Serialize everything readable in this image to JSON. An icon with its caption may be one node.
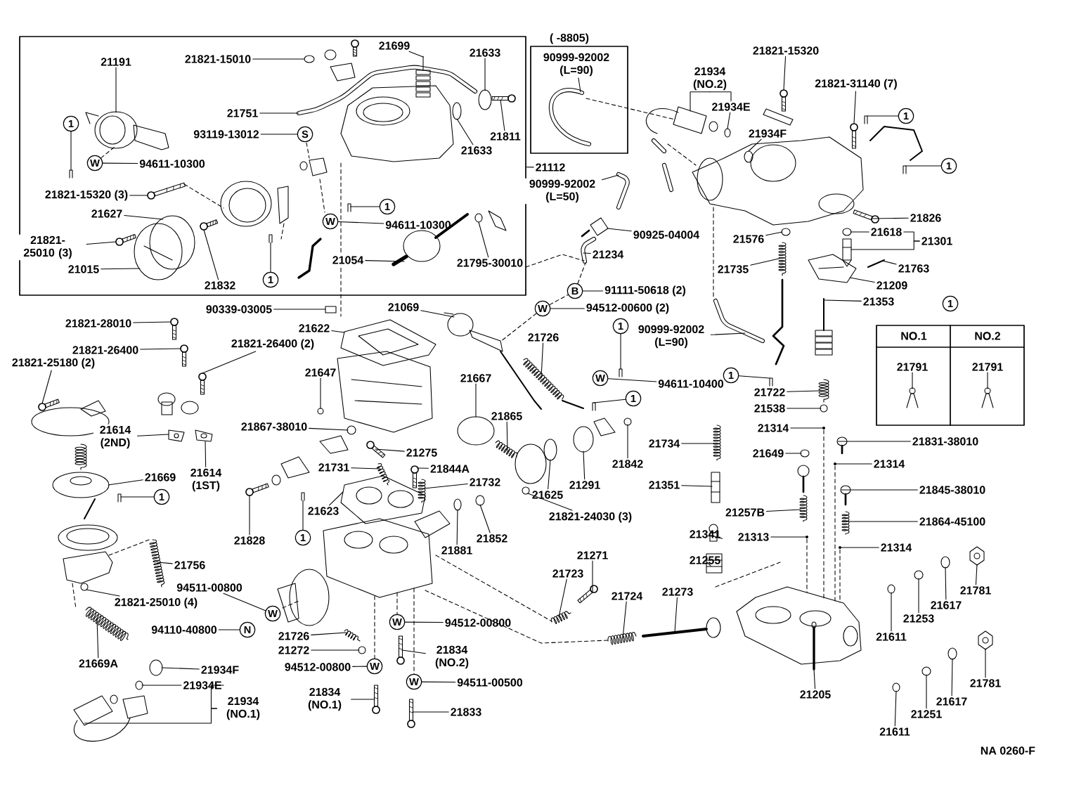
{
  "diagram": {
    "nodes": [
      {
        "text": [],
        "shape": "box"
      },
      {
        "text": [
          "21191"
        ],
        "in": 0
      },
      {
        "text": [
          "1"
        ],
        "in": 0
      },
      {
        "text": [
          "W"
        ],
        "in": 0
      },
      {
        "text": [
          "94611-10300"
        ],
        "in": 0
      },
      {
        "text": [
          "21821-15320 (3)"
        ],
        "in": 0
      },
      {
        "text": [
          "21627"
        ],
        "in": 0
      },
      {
        "text": [
          "21821-25010 (3)"
        ],
        "in": 0
      },
      {
        "text": [
          "21015"
        ],
        "in": 0
      },
      {
        "text": [
          "21832"
        ],
        "in": 0
      },
      {
        "text": [
          "1"
        ],
        "in": 0
      },
      {
        "text": [
          "21821-15010"
        ],
        "in": 0
      },
      {
        "text": [
          "21751"
        ],
        "in": 0
      },
      {
        "text": [
          "93119-13012"
        ],
        "in": 0
      },
      {
        "text": [
          "S"
        ],
        "in": 0
      },
      {
        "text": [
          "21699"
        ],
        "in": 0
      },
      {
        "text": [
          "21633"
        ],
        "in": 0
      },
      {
        "text": [
          "21811"
        ],
        "in": 0
      },
      {
        "text": [
          "21633"
        ],
        "in": 0
      },
      {
        "text": [
          "1"
        ],
        "in": 0
      },
      {
        "text": [
          "W"
        ],
        "in": 0
      },
      {
        "text": [
          "94611-10300"
        ],
        "in": 0
      },
      {
        "text": [
          "21054"
        ],
        "in": 0
      },
      {
        "text": [
          "21795-30010"
        ],
        "in": 0
      },
      {
        "text": [
          "( -8805)"
        ]
      },
      {
        "text": [
          "90999-92002 (L=90)"
        ],
        "in": 24
      },
      {
        "text": [
          "21112"
        ]
      },
      {
        "text": [
          "90999-92002 (L=50)"
        ]
      },
      {
        "text": [
          "90925-04004"
        ]
      },
      {
        "text": [
          "21234"
        ]
      },
      {
        "text": [
          "B"
        ]
      },
      {
        "text": [
          "91111-50618 (2)"
        ]
      },
      {
        "text": [
          "W"
        ]
      },
      {
        "text": [
          "94512-00600 (2)"
        ]
      },
      {
        "text": [
          "21934 (NO.2)"
        ]
      },
      {
        "text": [
          "21934E"
        ]
      },
      {
        "text": [
          "21934F"
        ]
      },
      {
        "text": [
          "21821-15320"
        ]
      },
      {
        "text": [
          "21821-31140 (7)"
        ]
      },
      {
        "text": [
          "1"
        ]
      },
      {
        "text": [
          "1"
        ]
      },
      {
        "text": [
          "21826"
        ]
      },
      {
        "text": [
          "21576"
        ]
      },
      {
        "text": [
          "21618"
        ]
      },
      {
        "text": [
          "21301"
        ]
      },
      {
        "text": [
          "21735"
        ]
      },
      {
        "text": [
          "21763"
        ]
      },
      {
        "text": [
          "21209"
        ]
      },
      {
        "text": [
          "21353"
        ]
      },
      {
        "text": [
          "21069"
        ]
      },
      {
        "text": [
          "90339-03005"
        ]
      },
      {
        "text": [
          "21622"
        ]
      },
      {
        "text": [
          "21726"
        ]
      },
      {
        "text": [
          "90999-92002 (L=90)"
        ]
      },
      {
        "text": [
          "1"
        ]
      },
      {
        "text": [
          "W"
        ]
      },
      {
        "text": [
          "94611-10400"
        ]
      },
      {
        "text": [
          "1"
        ]
      },
      {
        "text": [
          "1"
        ]
      },
      {
        "text": [
          "21821-28010"
        ]
      },
      {
        "text": [
          "21821-26400"
        ]
      },
      {
        "text": [
          "21821-26400 (2)"
        ]
      },
      {
        "text": [
          "21821-25180 (2)"
        ]
      },
      {
        "text": [
          "21647"
        ]
      },
      {
        "text": [
          "21667"
        ]
      },
      {
        "text": [
          "21865"
        ]
      },
      {
        "text": [
          "21614 (2ND)"
        ]
      },
      {
        "text": [
          "21614 (1ST)"
        ]
      },
      {
        "text": [
          "21867-38010"
        ]
      },
      {
        "text": [
          "21275"
        ]
      },
      {
        "text": [
          "21669"
        ]
      },
      {
        "text": [
          "1"
        ]
      },
      {
        "text": [
          "21731"
        ]
      },
      {
        "text": [
          "21844A"
        ]
      },
      {
        "text": [
          "21732"
        ]
      },
      {
        "text": [
          "21734"
        ]
      },
      {
        "text": [
          "21291"
        ]
      },
      {
        "text": [
          "21842"
        ]
      },
      {
        "text": [
          "21625"
        ]
      },
      {
        "text": [
          "21649"
        ]
      },
      {
        "text": [
          "21351"
        ]
      },
      {
        "text": [
          "21828"
        ]
      },
      {
        "text": [
          "21623"
        ]
      },
      {
        "text": [
          "1"
        ]
      },
      {
        "text": [
          "21881"
        ]
      },
      {
        "text": [
          "21852"
        ]
      },
      {
        "text": [
          "21821-24030 (3)"
        ]
      },
      {
        "text": [
          "21257B"
        ]
      },
      {
        "text": [
          "21341"
        ]
      },
      {
        "text": [
          "21255"
        ]
      },
      {
        "text": [
          "21756"
        ]
      },
      {
        "text": [
          "21723"
        ]
      },
      {
        "text": [
          "21271"
        ]
      },
      {
        "text": [
          "21724"
        ]
      },
      {
        "text": [
          "21273"
        ]
      },
      {
        "text": [
          "94511-00800"
        ]
      },
      {
        "text": [
          "W"
        ]
      },
      {
        "text": [
          "N"
        ]
      },
      {
        "text": [
          "94110-40800"
        ]
      },
      {
        "text": [
          "21821-25010 (4)"
        ]
      },
      {
        "text": [
          "21669A"
        ]
      },
      {
        "text": [
          "21726"
        ]
      },
      {
        "text": [
          "21272"
        ]
      },
      {
        "text": [
          "94512-00800"
        ]
      },
      {
        "text": [
          "W"
        ]
      },
      {
        "text": [
          "W"
        ]
      },
      {
        "text": [
          "94512-00800"
        ]
      },
      {
        "text": [
          "21834 (NO.2)"
        ]
      },
      {
        "text": [
          "W"
        ]
      },
      {
        "text": [
          "94511-00500"
        ]
      },
      {
        "text": [
          "21834 (NO.1)"
        ]
      },
      {
        "text": [
          "21833"
        ]
      },
      {
        "text": [
          "21934F"
        ]
      },
      {
        "text": [
          "21934E"
        ]
      },
      {
        "text": [
          "21934 (NO.1)"
        ]
      },
      {
        "text": [
          "21722"
        ]
      },
      {
        "text": [
          "21538"
        ]
      },
      {
        "text": [
          "21314"
        ]
      },
      {
        "text": [
          "21831-38010"
        ]
      },
      {
        "text": [
          "21314"
        ]
      },
      {
        "text": [
          "21845-38010"
        ]
      },
      {
        "text": [
          "21864-45100"
        ]
      },
      {
        "text": [
          "21313"
        ]
      },
      {
        "text": [
          "21314"
        ]
      },
      {
        "text": [
          "21205"
        ]
      },
      {
        "text": [
          "21253"
        ]
      },
      {
        "text": [
          "21611"
        ]
      },
      {
        "text": [
          "21617"
        ]
      },
      {
        "text": [
          "21781"
        ]
      },
      {
        "text": [
          "21251"
        ]
      },
      {
        "text": [
          "21611"
        ]
      },
      {
        "text": [
          "21617"
        ]
      },
      {
        "text": [
          "21781"
        ]
      },
      {
        "text": [
          "1"
        ]
      },
      {
        "text": [
          "NO.1"
        ],
        "in": 133
      },
      {
        "text": [
          "NO.2"
        ],
        "in": 133
      },
      {
        "text": [
          "21791"
        ],
        "in": 133
      },
      {
        "text": [
          "21791"
        ],
        "in": 133
      },
      {
        "text": [],
        "shape": "picture",
        "in": 0
      },
      {
        "text": [],
        "shape": "picture",
        "in": 0
      },
      {
        "text": [],
        "shape": "picture",
        "in": 0
      },
      {
        "text": [],
        "shape": "circle",
        "in": 0
      },
      {
        "text": [],
        "shape": "picture",
        "in": 0
      },
      {
        "text": [],
        "shape": "picture",
        "in": 0
      },
      {
        "text": [],
        "shape": "picture",
        "in": 0
      },
      {
        "text": [],
        "shape": "picture",
        "in": 0
      },
      {
        "text": [],
        "shape": "circle",
        "in": 0
      },
      {
        "text": [],
        "shape": "picture",
        "in": 0
      },
      {
        "text": [],
        "shape": "picture",
        "in": 0
      },
      {
        "text": [],
        "shape": "circle",
        "in": 0
      },
      {
        "text": [],
        "shape": "picture",
        "in": 0
      },
      {
        "text": [],
        "shape": "circle",
        "in": 0
      },
      {
        "text": [],
        "shape": "picture",
        "in": 0
      },
      {
        "text": [],
        "shape": "picture",
        "in": 0
      },
      {
        "text": [],
        "shape": "circle",
        "in": 0
      },
      {
        "text": [],
        "shape": "picture",
        "in": 24
      },
      {
        "text": [],
        "shape": "picture"
      },
      {
        "text": [],
        "shape": "picture"
      },
      {
        "text": [],
        "shape": "picture"
      },
      {
        "text": [],
        "shape": "picture"
      },
      {
        "text": [],
        "shape": "circle"
      },
      {
        "text": [],
        "shape": "circle"
      },
      {
        "text": [],
        "shape": "picture"
      },
      {
        "text": [],
        "shape": "picture"
      },
      {
        "text": [],
        "shape": "picture"
      },
      {
        "text": [],
        "shape": "picture"
      },
      {
        "text": [],
        "shape": "picture"
      },
      {
        "text": [],
        "shape": "circle"
      },
      {
        "text": [],
        "shape": "circle"
      },
      {
        "text": [],
        "shape": "picture"
      },
      {
        "text": [],
        "shape": "picture"
      },
      {
        "text": [],
        "shape": "picture"
      },
      {
        "text": [],
        "shape": "picture"
      },
      {
        "text": [],
        "shape": "picture"
      },
      {
        "text": [],
        "shape": "picture"
      },
      {
        "text": [],
        "shape": "bar"
      },
      {
        "text": [],
        "shape": "picture"
      },
      {
        "text": [],
        "shape": "picture"
      },
      {
        "text": [],
        "shape": "picture"
      },
      {
        "text": [],
        "shape": "picture"
      },
      {
        "text": [],
        "shape": "picture"
      },
      {
        "text": [],
        "shape": "picture"
      },
      {
        "text": [],
        "shape": "picture"
      },
      {
        "text": [],
        "shape": "picture"
      },
      {
        "text": [],
        "shape": "picture"
      },
      {
        "text": [],
        "shape": "picture"
      },
      {
        "text": [],
        "shape": "circle"
      },
      {
        "text": [],
        "shape": "circle"
      },
      {
        "text": [],
        "shape": "picture"
      },
      {
        "text": [],
        "shape": "picture"
      },
      {
        "text": [],
        "shape": "picture"
      },
      {
        "text": [],
        "shape": "circle"
      },
      {
        "text": [],
        "shape": "picture"
      },
      {
        "text": [],
        "shape": "picture"
      },
      {
        "text": [],
        "shape": "picture"
      },
      {
        "text": [],
        "shape": "picture"
      },
      {
        "text": [],
        "shape": "picture"
      },
      {
        "text": [],
        "shape": "picture"
      },
      {
        "text": [],
        "shape": "picture"
      },
      {
        "text": [],
        "shape": "circle"
      },
      {
        "text": [],
        "shape": "circle"
      },
      {
        "text": [],
        "shape": "circle"
      },
      {
        "text": [],
        "shape": "circle"
      },
      {
        "text": [],
        "shape": "picture"
      },
      {
        "text": [],
        "shape": "picture"
      },
      {
        "text": [],
        "shape": "picture"
      },
      {
        "text": [],
        "shape": "picture"
      },
      {
        "text": [],
        "shape": "circle"
      },
      {
        "text": [],
        "shape": "circle"
      },
      {
        "text": [],
        "shape": "circle"
      },
      {
        "text": [],
        "shape": "picture"
      },
      {
        "text": [],
        "shape": "picture"
      },
      {
        "text": [],
        "shape": "picture"
      },
      {
        "text": [],
        "shape": "picture"
      },
      {
        "text": [],
        "shape": "picture"
      },
      {
        "text": [],
        "shape": "picture"
      },
      {
        "text": [],
        "shape": "picture"
      },
      {
        "text": [],
        "shape": "picture"
      },
      {
        "text": [],
        "shape": "circle"
      },
      {
        "text": [],
        "shape": "picture"
      },
      {
        "text": [],
        "shape": "picture"
      },
      {
        "text": [],
        "shape": "circle"
      },
      {
        "text": [],
        "shape": "picture"
      },
      {
        "text": [],
        "shape": "picture"
      },
      {
        "text": [],
        "shape": "picture"
      },
      {
        "text": [],
        "shape": "circle"
      },
      {
        "text": [],
        "shape": "circle"
      },
      {
        "text": [],
        "shape": "picture"
      },
      {
        "text": [],
        "shape": "picture"
      },
      {
        "text": [],
        "shape": "circle"
      },
      {
        "text": [],
        "shape": "circle"
      },
      {
        "text": [],
        "shape": "picture"
      },
      {
        "text": [],
        "shape": "circle"
      },
      {
        "text": [],
        "shape": "picture"
      },
      {
        "text": [],
        "shape": "picture"
      },
      {
        "text": [],
        "shape": "circle"
      },
      {
        "text": [],
        "shape": "circle"
      },
      {
        "text": [],
        "shape": "picture"
      },
      {
        "text": [],
        "shape": "circle"
      },
      {
        "text": [],
        "shape": "circle"
      },
      {
        "text": [],
        "shape": "circle"
      },
      {
        "text": [],
        "shape": "picture"
      },
      {
        "text": [],
        "shape": "circle"
      },
      {
        "text": [],
        "shape": "circle"
      },
      {
        "text": [],
        "shape": "circle"
      },
      {
        "text": [],
        "shape": "picture"
      },
      {
        "text": [],
        "shape": "picture",
        "in": 133
      },
      {
        "text": [],
        "shape": "picture",
        "in": 133
      },
      {
        "text": [],
        "shape": "picture"
      },
      {
        "text": [],
        "shape": "picture"
      }
    ],
    "edges": [
      {
        "from": 1,
        "to": 138,
        "arrow": "none"
      },
      {
        "from": 2,
        "to": 139,
        "arrow": "none"
      },
      {
        "from": 4,
        "to": 3,
        "arrow": "none"
      },
      {
        "from": 5,
        "to": 140,
        "arrow": "none"
      },
      {
        "from": 6,
        "to": 141,
        "arrow": "none"
      },
      {
        "from": 7,
        "to": 142,
        "arrow": "none"
      },
      {
        "from": 8,
        "to": 143,
        "arrow": "none"
      },
      {
        "from": 9,
        "to": 144,
        "arrow": "none"
      },
      {
        "from": 10,
        "to": 145,
        "arrow": "none"
      },
      {
        "from": 11,
        "to": 146,
        "arrow": "none"
      },
      {
        "from": 12,
        "to": 147,
        "arrow": "none"
      },
      {
        "from": 13,
        "to": 14,
        "arrow": "none"
      },
      {
        "from": 15,
        "to": 148,
        "arrow": "none"
      },
      {
        "from": 16,
        "to": 149,
        "arrow": "none"
      },
      {
        "from": 17,
        "to": 150,
        "arrow": "none"
      },
      {
        "from": 18,
        "to": 151,
        "arrow": "none"
      },
      {
        "from": 19,
        "to": 152,
        "arrow": "none"
      },
      {
        "from": 21,
        "to": 20,
        "arrow": "none"
      },
      {
        "from": 22,
        "to": 153,
        "arrow": "none"
      },
      {
        "from": 23,
        "to": 154,
        "arrow": "none"
      },
      {
        "from": 25,
        "to": 155,
        "arrow": "none"
      },
      {
        "from": 26,
        "to": 0,
        "arrow": "none"
      },
      {
        "from": 27,
        "to": 156,
        "arrow": "none"
      },
      {
        "from": 28,
        "to": 157,
        "arrow": "none"
      },
      {
        "from": 29,
        "to": 158,
        "arrow": "none"
      },
      {
        "from": 31,
        "to": 30,
        "arrow": "none"
      },
      {
        "from": 33,
        "to": 32,
        "arrow": "none"
      },
      {
        "from": 34,
        "to": 159,
        "arrow": "none"
      },
      {
        "from": 34,
        "to": 35,
        "arrow": "none"
      },
      {
        "from": 35,
        "to": 160,
        "arrow": "none"
      },
      {
        "from": 36,
        "to": 161,
        "arrow": "none"
      },
      {
        "from": 37,
        "to": 162,
        "arrow": "none"
      },
      {
        "from": 38,
        "to": 163,
        "arrow": "none"
      },
      {
        "from": 39,
        "to": 164,
        "arrow": "none"
      },
      {
        "from": 40,
        "to": 165,
        "arrow": "none"
      },
      {
        "from": 41,
        "to": 166,
        "arrow": "none"
      },
      {
        "from": 42,
        "to": 167,
        "arrow": "none"
      },
      {
        "from": 43,
        "to": 168,
        "arrow": "none"
      },
      {
        "from": 44,
        "to": 43,
        "arrow": "none"
      },
      {
        "from": 44,
        "to": 169,
        "arrow": "none"
      },
      {
        "from": 45,
        "to": 170,
        "arrow": "none"
      },
      {
        "from": 46,
        "to": 171,
        "arrow": "none"
      },
      {
        "from": 47,
        "to": 172,
        "arrow": "none"
      },
      {
        "from": 48,
        "to": 173,
        "arrow": "none"
      },
      {
        "from": 49,
        "to": 174,
        "arrow": "none"
      },
      {
        "from": 50,
        "to": 175,
        "arrow": "none"
      },
      {
        "from": 51,
        "to": 176,
        "arrow": "none"
      },
      {
        "from": 52,
        "to": 177,
        "arrow": "none"
      },
      {
        "from": 53,
        "to": 178,
        "arrow": "none"
      },
      {
        "from": 54,
        "to": 179,
        "arrow": "none"
      },
      {
        "from": 56,
        "to": 55,
        "arrow": "none"
      },
      {
        "from": 57,
        "to": 180,
        "arrow": "none"
      },
      {
        "from": 58,
        "to": 181,
        "arrow": "none"
      },
      {
        "from": 59,
        "to": 182,
        "arrow": "none"
      },
      {
        "from": 60,
        "to": 183,
        "arrow": "none"
      },
      {
        "from": 61,
        "to": 184,
        "arrow": "none"
      },
      {
        "from": 62,
        "to": 185,
        "arrow": "none"
      },
      {
        "from": 63,
        "to": 186,
        "arrow": "none"
      },
      {
        "from": 64,
        "to": 187,
        "arrow": "none"
      },
      {
        "from": 65,
        "to": 188,
        "arrow": "none"
      },
      {
        "from": 66,
        "to": 189,
        "arrow": "none"
      },
      {
        "from": 67,
        "to": 190,
        "arrow": "none"
      },
      {
        "from": 68,
        "to": 191,
        "arrow": "none"
      },
      {
        "from": 69,
        "to": 192,
        "arrow": "none"
      },
      {
        "from": 70,
        "to": 193,
        "arrow": "none"
      },
      {
        "from": 71,
        "to": 194,
        "arrow": "none"
      },
      {
        "from": 72,
        "to": 195,
        "arrow": "none"
      },
      {
        "from": 73,
        "to": 196,
        "arrow": "none"
      },
      {
        "from": 74,
        "to": 197,
        "arrow": "none"
      },
      {
        "from": 75,
        "to": 198,
        "arrow": "none"
      },
      {
        "from": 76,
        "to": 199,
        "arrow": "none"
      },
      {
        "from": 77,
        "to": 200,
        "arrow": "none"
      },
      {
        "from": 78,
        "to": 201,
        "arrow": "none"
      },
      {
        "from": 79,
        "to": 202,
        "arrow": "none"
      },
      {
        "from": 80,
        "to": 203,
        "arrow": "none"
      },
      {
        "from": 81,
        "to": 204,
        "arrow": "none"
      },
      {
        "from": 82,
        "to": 205,
        "arrow": "none"
      },
      {
        "from": 83,
        "to": 206,
        "arrow": "none"
      },
      {
        "from": 84,
        "to": 207,
        "arrow": "none"
      },
      {
        "from": 85,
        "to": 208,
        "arrow": "none"
      },
      {
        "from": 86,
        "to": 209,
        "arrow": "none"
      },
      {
        "from": 87,
        "to": 210,
        "arrow": "none"
      },
      {
        "from": 88,
        "to": 211,
        "arrow": "none"
      },
      {
        "from": 89,
        "to": 212,
        "arrow": "none"
      },
      {
        "from": 90,
        "to": 213,
        "arrow": "none"
      },
      {
        "from": 91,
        "to": 214,
        "arrow": "none"
      },
      {
        "from": 92,
        "to": 215,
        "arrow": "none"
      },
      {
        "from": 93,
        "to": 216,
        "arrow": "none"
      },
      {
        "from": 94,
        "to": 217,
        "arrow": "none"
      },
      {
        "from": 95,
        "to": 96,
        "arrow": "none"
      },
      {
        "from": 98,
        "to": 97,
        "arrow": "none"
      },
      {
        "from": 99,
        "to": 218,
        "arrow": "none"
      },
      {
        "from": 100,
        "to": 219,
        "arrow": "none"
      },
      {
        "from": 101,
        "to": 220,
        "arrow": "none"
      },
      {
        "from": 102,
        "to": 221,
        "arrow": "none"
      },
      {
        "from": 103,
        "to": 104,
        "arrow": "none"
      },
      {
        "from": 106,
        "to": 105,
        "arrow": "none"
      },
      {
        "from": 107,
        "to": 222,
        "arrow": "none"
      },
      {
        "from": 109,
        "to": 108,
        "arrow": "none"
      },
      {
        "from": 110,
        "to": 223,
        "arrow": "none"
      },
      {
        "from": 111,
        "to": 224,
        "arrow": "none"
      },
      {
        "from": 112,
        "to": 225,
        "arrow": "none"
      },
      {
        "from": 113,
        "to": 226,
        "arrow": "none"
      },
      {
        "from": 114,
        "to": 113,
        "arrow": "none"
      },
      {
        "from": 114,
        "to": 227,
        "arrow": "none"
      },
      {
        "from": 115,
        "to": 228,
        "arrow": "none"
      },
      {
        "from": 116,
        "to": 229,
        "arrow": "none"
      },
      {
        "from": 117,
        "to": 230,
        "arrow": "none"
      },
      {
        "from": 118,
        "to": 231,
        "arrow": "none"
      },
      {
        "from": 119,
        "to": 232,
        "arrow": "none"
      },
      {
        "from": 120,
        "to": 233,
        "arrow": "none"
      },
      {
        "from": 121,
        "to": 234,
        "arrow": "none"
      },
      {
        "from": 122,
        "to": 235,
        "arrow": "none"
      },
      {
        "from": 123,
        "to": 236,
        "arrow": "none"
      },
      {
        "from": 124,
        "to": 237,
        "arrow": "none"
      },
      {
        "from": 125,
        "to": 238,
        "arrow": "none"
      },
      {
        "from": 126,
        "to": 239,
        "arrow": "none"
      },
      {
        "from": 127,
        "to": 240,
        "arrow": "none"
      },
      {
        "from": 128,
        "to": 241,
        "arrow": "none"
      },
      {
        "from": 129,
        "to": 242,
        "arrow": "none"
      },
      {
        "from": 130,
        "to": 243,
        "arrow": "none"
      },
      {
        "from": 131,
        "to": 244,
        "arrow": "none"
      },
      {
        "from": 132,
        "to": 245,
        "arrow": "none"
      },
      {
        "from": 136,
        "to": 246,
        "arrow": "none"
      },
      {
        "from": 137,
        "to": 247,
        "arrow": "none"
      },
      {
        "from": 3,
        "to": 138,
        "arrow": "none",
        "style": "dashed"
      },
      {
        "from": 155,
        "to": 159,
        "arrow": "none",
        "style": "dashed"
      },
      {
        "from": 0,
        "to": 158,
        "arrow": "none",
        "style": "dashed"
      },
      {
        "from": 30,
        "to": 158,
        "arrow": "none",
        "style": "dashed"
      },
      {
        "from": 32,
        "to": 30,
        "arrow": "none",
        "style": "dashed"
      },
      {
        "from": 32,
        "to": 174,
        "arrow": "none",
        "style": "dashed"
      },
      {
        "from": 248,
        "to": 214,
        "arrow": "none",
        "style": "dashed"
      },
      {
        "from": 248,
        "to": 216,
        "arrow": "none",
        "style": "dashed"
      },
      {
        "from": 248,
        "to": 104,
        "arrow": "none",
        "style": "dashed"
      },
      {
        "from": 248,
        "to": 105,
        "arrow": "none",
        "style": "dashed"
      },
      {
        "from": 248,
        "to": 108,
        "arrow": "none",
        "style": "dashed"
      },
      {
        "from": 230,
        "to": 249,
        "arrow": "none",
        "style": "dashed"
      },
      {
        "from": 232,
        "to": 249,
        "arrow": "none",
        "style": "dashed"
      },
      {
        "from": 236,
        "to": 249,
        "arrow": "none",
        "style": "dashed"
      },
      {
        "from": 235,
        "to": 249,
        "arrow": "none",
        "style": "dashed"
      }
    ],
    "labels": [
      "NA 0260-F"
    ]
  }
}
